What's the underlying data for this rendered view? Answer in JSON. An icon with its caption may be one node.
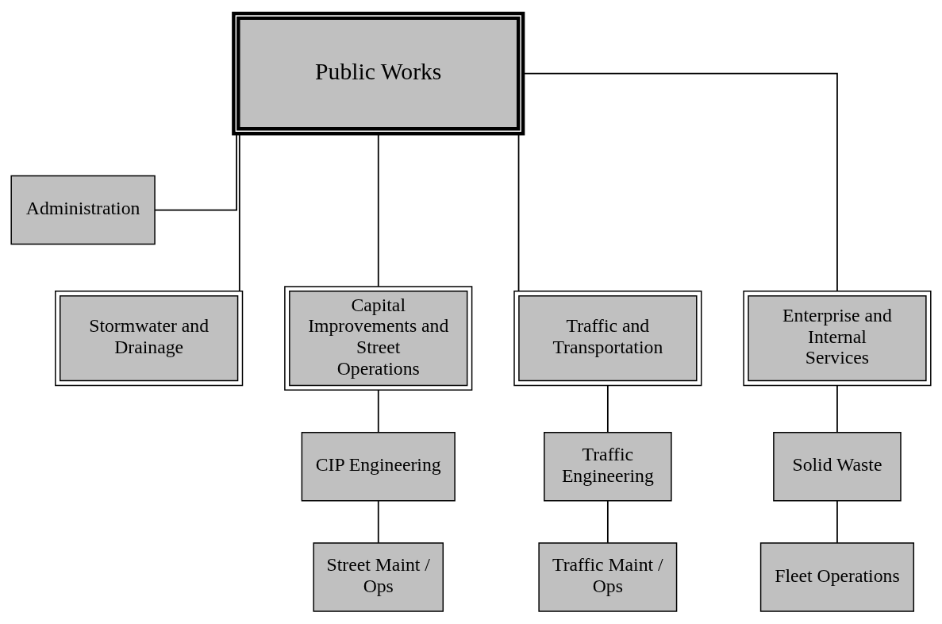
{
  "diagram": {
    "nodes": [
      {
        "text": [
          "Public Works"
        ]
      },
      {
        "text": [
          "Administration"
        ]
      },
      {
        "text": [
          "Stormwater and Drainage"
        ]
      },
      {
        "text": [
          "Capital Improvements and Street Operations"
        ]
      },
      {
        "text": [
          "Traffic and Transportation"
        ]
      },
      {
        "text": [
          "Enterprise and Internal Services"
        ]
      },
      {
        "text": [
          "CIP Engineering"
        ]
      },
      {
        "text": [
          "Street Maint / Ops"
        ]
      },
      {
        "text": [
          "Traffic Engineering"
        ]
      },
      {
        "text": [
          "Traffic Maint / Ops"
        ]
      },
      {
        "text": [
          "Solid Waste"
        ]
      },
      {
        "text": [
          "Fleet Operations"
        ]
      }
    ],
    "edges": [
      {
        "from": 0,
        "to": 1,
        "arrow": "none"
      },
      {
        "from": 0,
        "to": 2,
        "arrow": "none"
      },
      {
        "from": 0,
        "to": 3,
        "arrow": "none"
      },
      {
        "from": 0,
        "to": 4,
        "arrow": "none"
      },
      {
        "from": 0,
        "to": 5,
        "arrow": "none"
      },
      {
        "from": 3,
        "to": 6,
        "arrow": "none"
      },
      {
        "from": 6,
        "to": 7,
        "arrow": "none"
      },
      {
        "from": 4,
        "to": 8,
        "arrow": "none"
      },
      {
        "from": 8,
        "to": 9,
        "arrow": "none"
      },
      {
        "from": 5,
        "to": 10,
        "arrow": "none"
      },
      {
        "from": 10,
        "to": 11,
        "arrow": "none"
      }
    ]
  }
}
